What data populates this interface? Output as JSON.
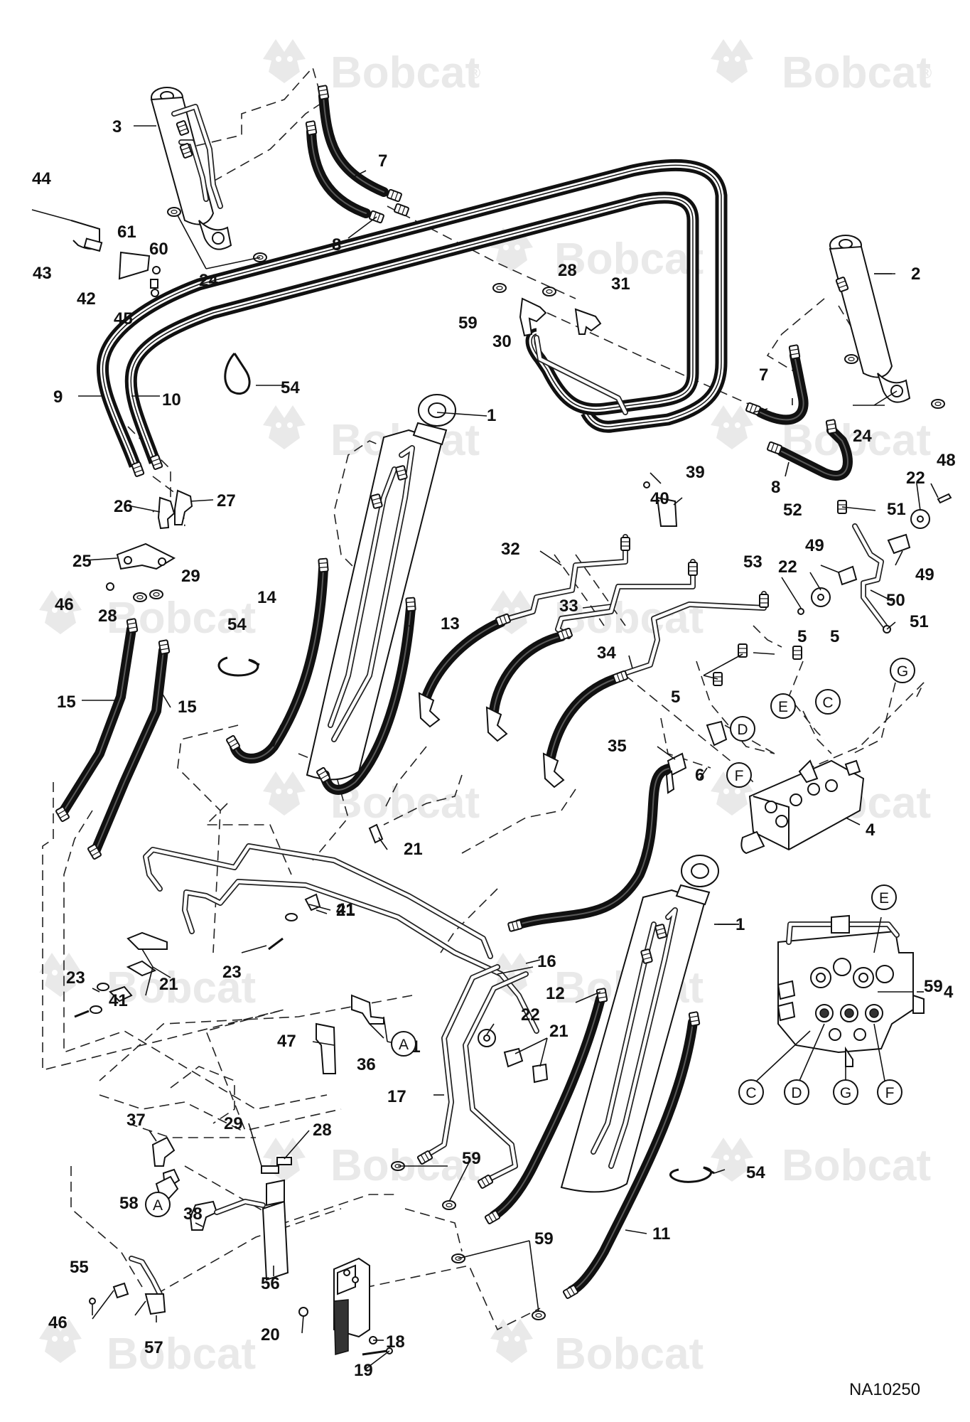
{
  "drawing_id": "NA10250",
  "watermark": {
    "text": "Bobcat",
    "mark": "®"
  },
  "callouts": [
    "1",
    "1",
    "2",
    "3",
    "4",
    "4",
    "5",
    "5",
    "5",
    "6",
    "7",
    "7",
    "8",
    "8",
    "9",
    "10",
    "11",
    "12",
    "13",
    "14",
    "15",
    "15",
    "16",
    "17",
    "18",
    "19",
    "20",
    "21",
    "21",
    "21",
    "21",
    "21",
    "22",
    "22",
    "22",
    "23",
    "23",
    "24",
    "24",
    "25",
    "26",
    "27",
    "28",
    "28",
    "28",
    "29",
    "29",
    "30",
    "31",
    "32",
    "33",
    "34",
    "35",
    "36",
    "37",
    "38",
    "39",
    "40",
    "41",
    "41",
    "42",
    "43",
    "44",
    "45",
    "46",
    "46",
    "47",
    "48",
    "49",
    "49",
    "50",
    "51",
    "51",
    "52",
    "53",
    "54",
    "54",
    "54",
    "55",
    "56",
    "57",
    "58",
    "59",
    "59",
    "59",
    "59",
    "60",
    "61"
  ],
  "circle_labels": [
    "A",
    "A",
    "C",
    "C",
    "D",
    "D",
    "E",
    "E",
    "F",
    "F",
    "G",
    "G"
  ],
  "colors": {
    "line": "#111111",
    "watermark": "#e9e9e9",
    "background": "#ffffff"
  }
}
